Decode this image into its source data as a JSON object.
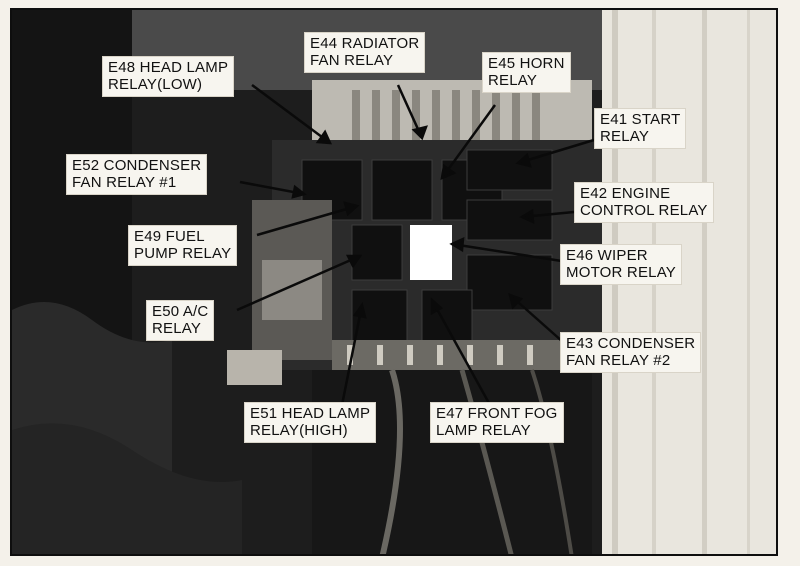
{
  "labels": [
    {
      "id": "E48",
      "lines": [
        "E48 HEAD LAMP",
        "RELAY(LOW)"
      ]
    },
    {
      "id": "E44",
      "lines": [
        "E44 RADIATOR",
        "FAN RELAY"
      ]
    },
    {
      "id": "E45",
      "lines": [
        "E45 HORN",
        "RELAY"
      ]
    },
    {
      "id": "E41",
      "lines": [
        "E41 START",
        "RELAY"
      ]
    },
    {
      "id": "E52",
      "lines": [
        "E52 CONDENSER",
        "FAN RELAY #1"
      ]
    },
    {
      "id": "E42",
      "lines": [
        "E42 ENGINE",
        "CONTROL RELAY"
      ]
    },
    {
      "id": "E49",
      "lines": [
        "E49 FUEL",
        "PUMP RELAY"
      ]
    },
    {
      "id": "E46",
      "lines": [
        "E46 WIPER",
        "MOTOR RELAY"
      ]
    },
    {
      "id": "E50",
      "lines": [
        "E50 A/C",
        "RELAY"
      ]
    },
    {
      "id": "E43",
      "lines": [
        "E43 CONDENSER",
        "FAN RELAY #2"
      ]
    },
    {
      "id": "E51",
      "lines": [
        "E51 HEAD LAMP",
        "RELAY(HIGH)"
      ]
    },
    {
      "id": "E47",
      "lines": [
        "E47 FRONT FOG",
        "LAMP RELAY"
      ]
    }
  ],
  "colors": {
    "photo_dark": "#1b1b1b",
    "label_bg": "#f7f5ef",
    "arrow": "#0a0a0a"
  }
}
